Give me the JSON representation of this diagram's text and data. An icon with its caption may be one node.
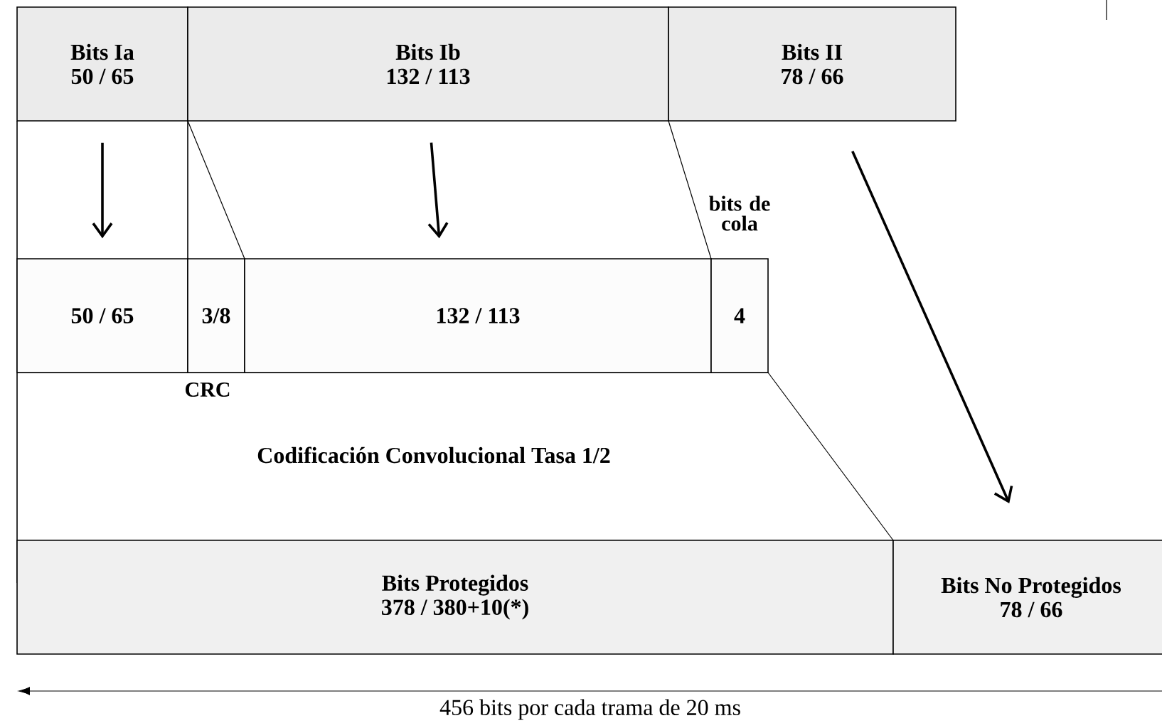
{
  "diagram": {
    "nodes": [
      {
        "text": [
          "Bits Ia",
          "50 / 65"
        ]
      },
      {
        "text": [
          "Bits Ib",
          "132 / 113"
        ]
      },
      {
        "text": [
          "Bits II",
          "78 / 66"
        ]
      },
      {
        "text": [
          "50 / 65"
        ]
      },
      {
        "text": [
          "3/8"
        ],
        "beside": [
          "CRC"
        ]
      },
      {
        "text": [
          "132 / 113"
        ]
      },
      {
        "text": [
          "4"
        ],
        "beside": [
          "bits de cola"
        ]
      },
      {
        "text": [
          "Bits Protegidos",
          "378 / 380+10(*)"
        ]
      },
      {
        "text": [
          "Bits No Protegidos",
          "78 / 66"
        ]
      }
    ],
    "edges": [
      {
        "from": 0,
        "to": 3,
        "arrow": "to"
      },
      {
        "from": 1,
        "to": 5,
        "arrow": "to"
      },
      {
        "from": 2,
        "to": 8,
        "arrow": "to"
      }
    ],
    "labels": [
      "Codificación Convolucional Tasa 1/2",
      "456 bits por cada trama de 20 ms"
    ]
  }
}
